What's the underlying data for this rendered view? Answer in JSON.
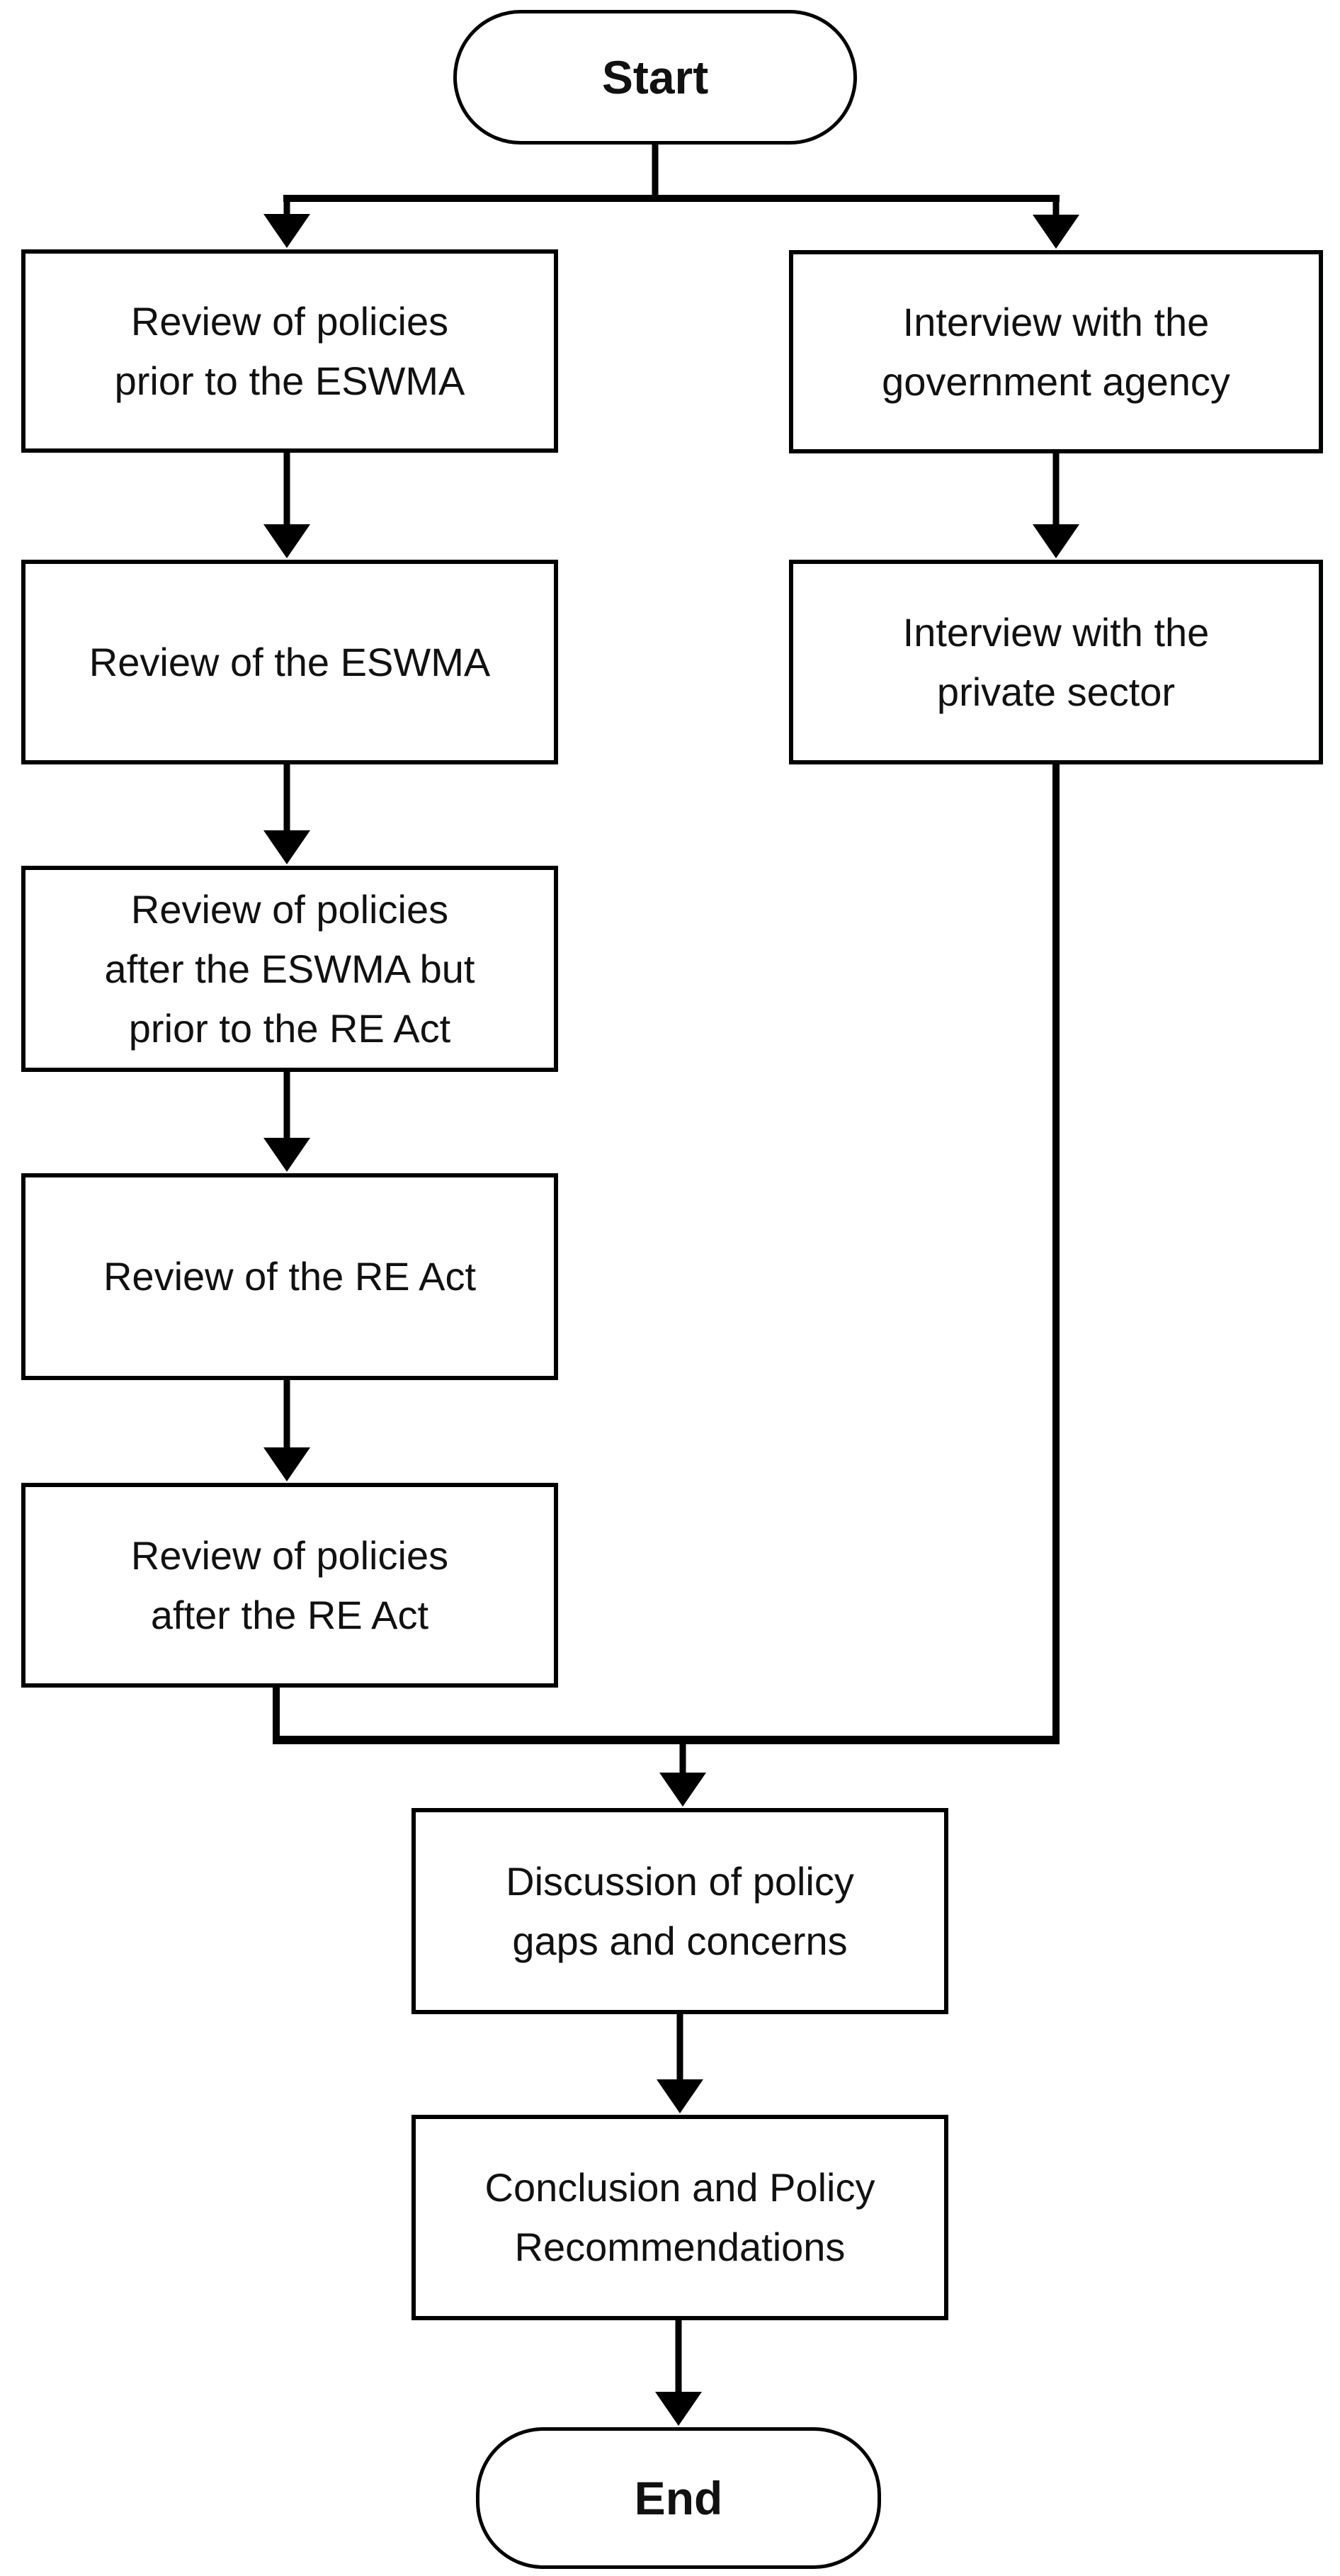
{
  "diagram": {
    "type": "flowchart",
    "background": "#ffffff",
    "stroke_color": "#000000",
    "text_color": "#111111",
    "nodes": [
      {
        "id": "start",
        "shape": "terminal",
        "label": "Start"
      },
      {
        "id": "review-prior-eswma",
        "shape": "process",
        "label": "Review of policies\nprior to the ESWMA"
      },
      {
        "id": "interview-government",
        "shape": "process",
        "label": "Interview with the\ngovernment agency"
      },
      {
        "id": "review-eswma",
        "shape": "process",
        "label": "Review of the ESWMA"
      },
      {
        "id": "interview-private",
        "shape": "process",
        "label": "Interview with the\nprivate sector"
      },
      {
        "id": "review-after-eswma-prior-re-act",
        "shape": "process",
        "label": "Review of policies\nafter the ESWMA but\nprior to the RE Act"
      },
      {
        "id": "review-re-act",
        "shape": "process",
        "label": "Review of the RE Act"
      },
      {
        "id": "review-after-re-act",
        "shape": "process",
        "label": "Review of policies\nafter the RE Act"
      },
      {
        "id": "discussion",
        "shape": "process",
        "label": "Discussion of policy\ngaps and concerns"
      },
      {
        "id": "conclusion",
        "shape": "process",
        "label": "Conclusion and Policy\nRecommendations"
      },
      {
        "id": "end",
        "shape": "terminal",
        "label": "End"
      }
    ],
    "edges": [
      {
        "from": "start",
        "to": "review-prior-eswma"
      },
      {
        "from": "start",
        "to": "interview-government"
      },
      {
        "from": "review-prior-eswma",
        "to": "review-eswma"
      },
      {
        "from": "interview-government",
        "to": "interview-private"
      },
      {
        "from": "review-eswma",
        "to": "review-after-eswma-prior-re-act"
      },
      {
        "from": "review-after-eswma-prior-re-act",
        "to": "review-re-act"
      },
      {
        "from": "review-re-act",
        "to": "review-after-re-act"
      },
      {
        "from": "review-after-re-act",
        "to": "discussion"
      },
      {
        "from": "interview-private",
        "to": "discussion"
      },
      {
        "from": "discussion",
        "to": "conclusion"
      },
      {
        "from": "conclusion",
        "to": "end"
      }
    ]
  }
}
